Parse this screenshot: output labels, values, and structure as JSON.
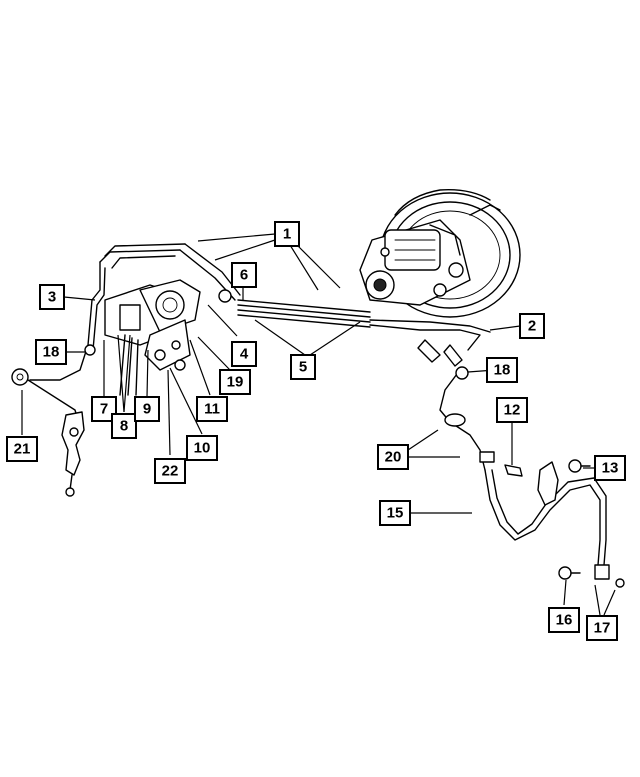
{
  "callouts": [
    {
      "id": "c1",
      "label": "1"
    },
    {
      "id": "c2",
      "label": "2"
    },
    {
      "id": "c3",
      "label": "3"
    },
    {
      "id": "c4",
      "label": "4"
    },
    {
      "id": "c5",
      "label": "5"
    },
    {
      "id": "c6",
      "label": "6"
    },
    {
      "id": "c7",
      "label": "7"
    },
    {
      "id": "c8",
      "label": "8"
    },
    {
      "id": "c9",
      "label": "9"
    },
    {
      "id": "c10",
      "label": "10"
    },
    {
      "id": "c11",
      "label": "11"
    },
    {
      "id": "c12",
      "label": "12"
    },
    {
      "id": "c13",
      "label": "13"
    },
    {
      "id": "c15",
      "label": "15"
    },
    {
      "id": "c16",
      "label": "16"
    },
    {
      "id": "c17",
      "label": "17"
    },
    {
      "id": "c18a",
      "label": "18"
    },
    {
      "id": "c18b",
      "label": "18"
    },
    {
      "id": "c19",
      "label": "19"
    },
    {
      "id": "c20",
      "label": "20"
    },
    {
      "id": "c21",
      "label": "21"
    },
    {
      "id": "c22",
      "label": "22"
    }
  ]
}
